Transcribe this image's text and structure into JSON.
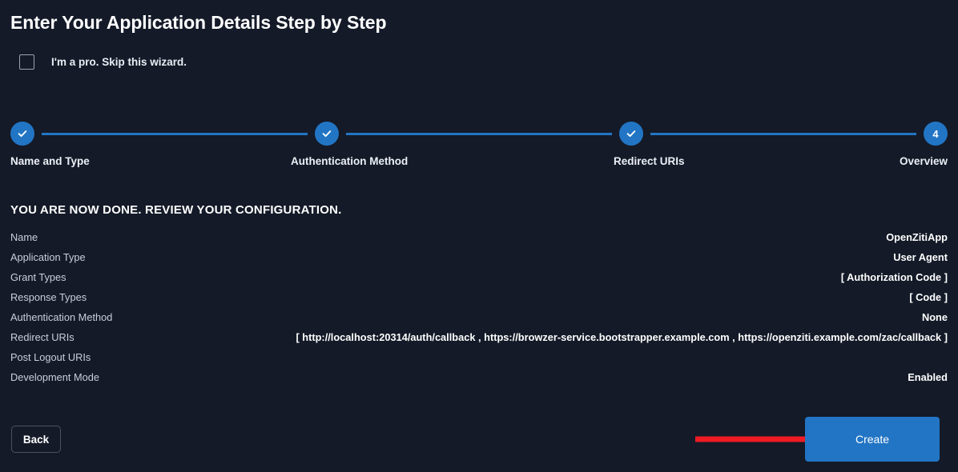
{
  "page": {
    "title": "Enter Your Application Details Step by Step"
  },
  "skip": {
    "label": "I'm a pro. Skip this wizard.",
    "checked": false
  },
  "stepper": {
    "steps": [
      {
        "label": "Name and Type",
        "badge": "✓",
        "state": "complete"
      },
      {
        "label": "Authentication Method",
        "badge": "✓",
        "state": "complete"
      },
      {
        "label": "Redirect URIs",
        "badge": "✓",
        "state": "complete"
      },
      {
        "label": "Overview",
        "badge": "4",
        "state": "current"
      }
    ]
  },
  "review": {
    "heading": "YOU ARE NOW DONE. REVIEW YOUR CONFIGURATION.",
    "rows": [
      {
        "key": "Name",
        "value": "OpenZitiApp"
      },
      {
        "key": "Application Type",
        "value": "User Agent"
      },
      {
        "key": "Grant Types",
        "value": "[ Authorization Code ]"
      },
      {
        "key": "Response Types",
        "value": "[ Code ]"
      },
      {
        "key": "Authentication Method",
        "value": "None"
      },
      {
        "key": "Redirect URIs",
        "value": "[ http://localhost:20314/auth/callback , https://browzer-service.bootstrapper.example.com , https://openziti.example.com/zac/callback ]"
      },
      {
        "key": "Post Logout URIs",
        "value": ""
      },
      {
        "key": "Development Mode",
        "value": "Enabled"
      }
    ]
  },
  "footer": {
    "back_label": "Back",
    "create_label": "Create"
  },
  "colors": {
    "background": "#141a28",
    "accent": "#2275c4",
    "annotation": "#ee1b24",
    "text_primary": "#ffffff",
    "text_muted": "#c8cfdb"
  }
}
